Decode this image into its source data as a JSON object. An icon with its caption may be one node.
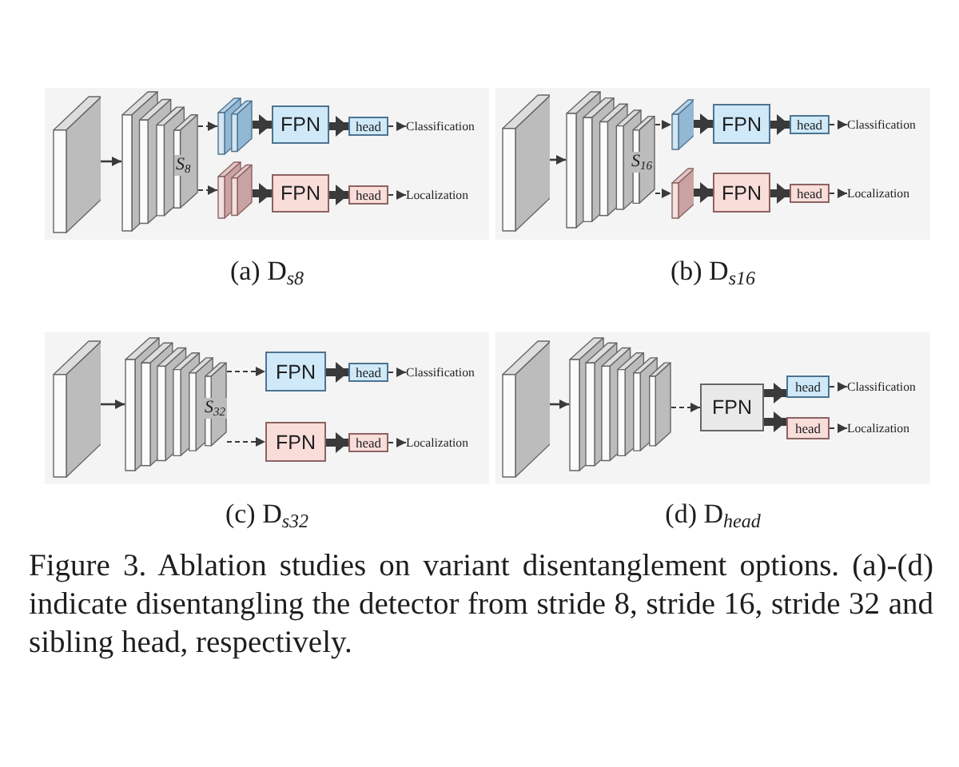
{
  "diagram": {
    "caption": "Figure 3. Ablation studies on variant disentanglement options. (a)-(d) indicate disentangling the detector from stride 8, stride 16, stride 32 and sibling head, respectively.",
    "nodes": [
      {
        "text": [
          "(a) D$_{s8}$"
        ]
      },
      {
        "text": [],
        "shape": "box",
        "in": 0
      },
      {
        "text": [
          "S$_{8}$"
        ],
        "in": 0
      },
      {
        "text": [],
        "shape": "box",
        "in": 0
      },
      {
        "text": [
          "FPN"
        ],
        "in": 0
      },
      {
        "text": [
          "head"
        ],
        "in": 0
      },
      {
        "text": [
          "Classification"
        ],
        "in": 0
      },
      {
        "text": [],
        "shape": "box",
        "in": 0
      },
      {
        "text": [
          "FPN"
        ],
        "in": 0
      },
      {
        "text": [
          "head"
        ],
        "in": 0
      },
      {
        "text": [
          "Localization"
        ],
        "in": 0
      },
      {
        "text": [
          "(b) D$_{s16}$"
        ]
      },
      {
        "text": [],
        "shape": "box",
        "in": 11
      },
      {
        "text": [
          "S$_{16}$"
        ],
        "in": 11
      },
      {
        "text": [],
        "shape": "box",
        "in": 11
      },
      {
        "text": [
          "FPN"
        ],
        "in": 11
      },
      {
        "text": [
          "head"
        ],
        "in": 11
      },
      {
        "text": [
          "Classification"
        ],
        "in": 11
      },
      {
        "text": [],
        "shape": "box",
        "in": 11
      },
      {
        "text": [
          "FPN"
        ],
        "in": 11
      },
      {
        "text": [
          "head"
        ],
        "in": 11
      },
      {
        "text": [
          "Localization"
        ],
        "in": 11
      },
      {
        "text": [
          "(c) D$_{s32}$"
        ]
      },
      {
        "text": [],
        "shape": "box",
        "in": 22
      },
      {
        "text": [
          "S$_{32}$"
        ],
        "in": 22
      },
      {
        "text": [
          "FPN"
        ],
        "in": 22
      },
      {
        "text": [
          "head"
        ],
        "in": 22
      },
      {
        "text": [
          "Classification"
        ],
        "in": 22
      },
      {
        "text": [
          "FPN"
        ],
        "in": 22
      },
      {
        "text": [
          "head"
        ],
        "in": 22
      },
      {
        "text": [
          "Localization"
        ],
        "in": 22
      },
      {
        "text": [
          "(d) D$_{head}$"
        ]
      },
      {
        "text": [],
        "shape": "box",
        "in": 31
      },
      {
        "text": [],
        "shape": "box",
        "in": 31
      },
      {
        "text": [
          "FPN"
        ],
        "in": 31
      },
      {
        "text": [
          "head"
        ],
        "in": 31
      },
      {
        "text": [
          "Classification"
        ],
        "in": 31
      },
      {
        "text": [
          "head"
        ],
        "in": 31
      },
      {
        "text": [
          "Localization"
        ],
        "in": 31
      }
    ],
    "edges": [
      {
        "from": 1,
        "to": 2,
        "arrow": "to"
      },
      {
        "from": 2,
        "to": 3,
        "arrow": "to",
        "style": "dashed"
      },
      {
        "from": 3,
        "to": 4,
        "arrow": "to",
        "style": "thick"
      },
      {
        "from": 4,
        "to": 5,
        "arrow": "to",
        "style": "thick"
      },
      {
        "from": 5,
        "to": 6,
        "arrow": "to",
        "style": "dashed"
      },
      {
        "from": 2,
        "to": 7,
        "arrow": "to",
        "style": "dashed"
      },
      {
        "from": 7,
        "to": 8,
        "arrow": "to",
        "style": "thick"
      },
      {
        "from": 8,
        "to": 9,
        "arrow": "to",
        "style": "thick"
      },
      {
        "from": 9,
        "to": 10,
        "arrow": "to",
        "style": "dashed"
      },
      {
        "from": 12,
        "to": 13,
        "arrow": "to"
      },
      {
        "from": 13,
        "to": 14,
        "arrow": "to",
        "style": "dashed"
      },
      {
        "from": 14,
        "to": 15,
        "arrow": "to",
        "style": "thick"
      },
      {
        "from": 15,
        "to": 16,
        "arrow": "to",
        "style": "thick"
      },
      {
        "from": 16,
        "to": 17,
        "arrow": "to",
        "style": "dashed"
      },
      {
        "from": 13,
        "to": 18,
        "arrow": "to",
        "style": "dashed"
      },
      {
        "from": 18,
        "to": 19,
        "arrow": "to",
        "style": "thick"
      },
      {
        "from": 19,
        "to": 20,
        "arrow": "to",
        "style": "thick"
      },
      {
        "from": 20,
        "to": 21,
        "arrow": "to",
        "style": "dashed"
      },
      {
        "from": 23,
        "to": 24,
        "arrow": "to"
      },
      {
        "from": 24,
        "to": 25,
        "arrow": "to",
        "style": "dashed"
      },
      {
        "from": 25,
        "to": 26,
        "arrow": "to",
        "style": "thick"
      },
      {
        "from": 26,
        "to": 27,
        "arrow": "to",
        "style": "dashed"
      },
      {
        "from": 24,
        "to": 28,
        "arrow": "to",
        "style": "dashed"
      },
      {
        "from": 28,
        "to": 29,
        "arrow": "to",
        "style": "thick"
      },
      {
        "from": 29,
        "to": 30,
        "arrow": "to",
        "style": "dashed"
      },
      {
        "from": 32,
        "to": 33,
        "arrow": "to"
      },
      {
        "from": 33,
        "to": 34,
        "arrow": "to",
        "style": "dashed"
      },
      {
        "from": 34,
        "to": 35,
        "arrow": "to",
        "style": "thick"
      },
      {
        "from": 35,
        "to": 36,
        "arrow": "to",
        "style": "dashed"
      },
      {
        "from": 34,
        "to": 37,
        "arrow": "to",
        "style": "thick"
      },
      {
        "from": 37,
        "to": 38,
        "arrow": "to",
        "style": "dashed"
      }
    ]
  }
}
